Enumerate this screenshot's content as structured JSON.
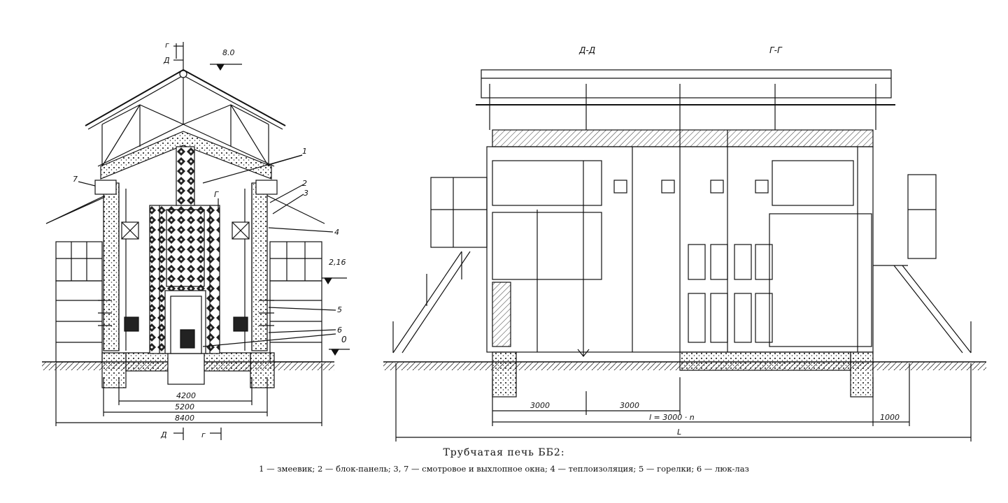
{
  "caption": {
    "title": "Трубчатая печь ББ2:",
    "legend": "1 — змеевик; 2 — блок-панель; 3, 7 — смотровое и выхлопное окна; 4 — теплоизоляция; 5 — горелки; 6 — люк-лаз"
  },
  "left_view": {
    "section_marks": {
      "g_top": "г",
      "d_top": "Д",
      "d_bottom": "Д",
      "g_bottom": "г",
      "g_inner": "Г"
    },
    "elevations": {
      "top": "8.0",
      "mid": "2,16",
      "ground": "0"
    },
    "callouts": {
      "c1": "1",
      "c2": "2",
      "c3": "3",
      "c4": "4",
      "c5": "5",
      "c6": "6",
      "c7": "7"
    },
    "dimensions": {
      "d1": "4200",
      "d2": "5200",
      "d3": "8400"
    }
  },
  "right_view": {
    "section_titles": {
      "a": "Д-Д",
      "b": "Г-Г"
    },
    "dimensions": {
      "d1": "3000",
      "d2": "3000",
      "d3": "l = 3000 · n",
      "d4": "1000",
      "total": "L"
    }
  },
  "colors": {
    "line": "#111111",
    "hatch": "#333333",
    "paper": "#ffffff"
  }
}
